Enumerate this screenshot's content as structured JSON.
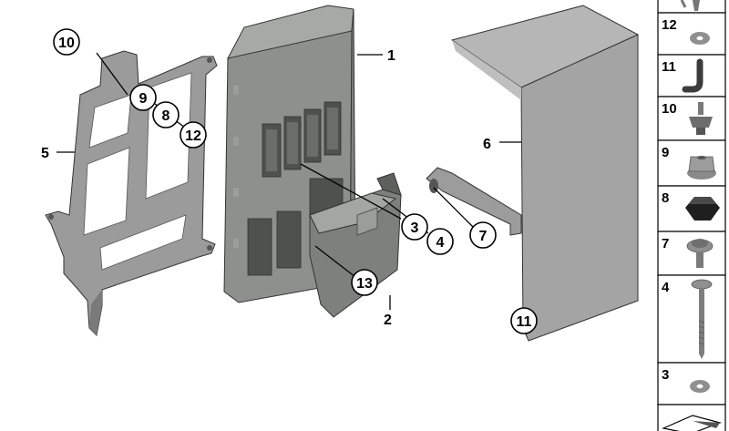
{
  "callouts": {
    "c1": "1",
    "c2": "2",
    "c3": "3",
    "c4": "4",
    "c5": "5",
    "c6": "6",
    "c7": "7",
    "c8": "8",
    "c9": "9",
    "c10": "10",
    "c11": "11",
    "c12": "12",
    "c13": "13"
  },
  "legend": [
    {
      "number": "12",
      "icon": "washer-icon"
    },
    {
      "number": "11",
      "icon": "hose-icon"
    },
    {
      "number": "10",
      "icon": "stud-nut-icon"
    },
    {
      "number": "9",
      "icon": "hex-nut-icon"
    },
    {
      "number": "8",
      "icon": "cap-icon"
    },
    {
      "number": "7",
      "icon": "screw-icon"
    },
    {
      "number": "4",
      "icon": "bolt-icon"
    },
    {
      "number": "3",
      "icon": "washer-icon"
    }
  ],
  "colors": {
    "metal": "#9a9a9a",
    "metal_dark": "#6f6f6f",
    "module": "#8c8f8c",
    "cover": "#a3a3a3"
  }
}
